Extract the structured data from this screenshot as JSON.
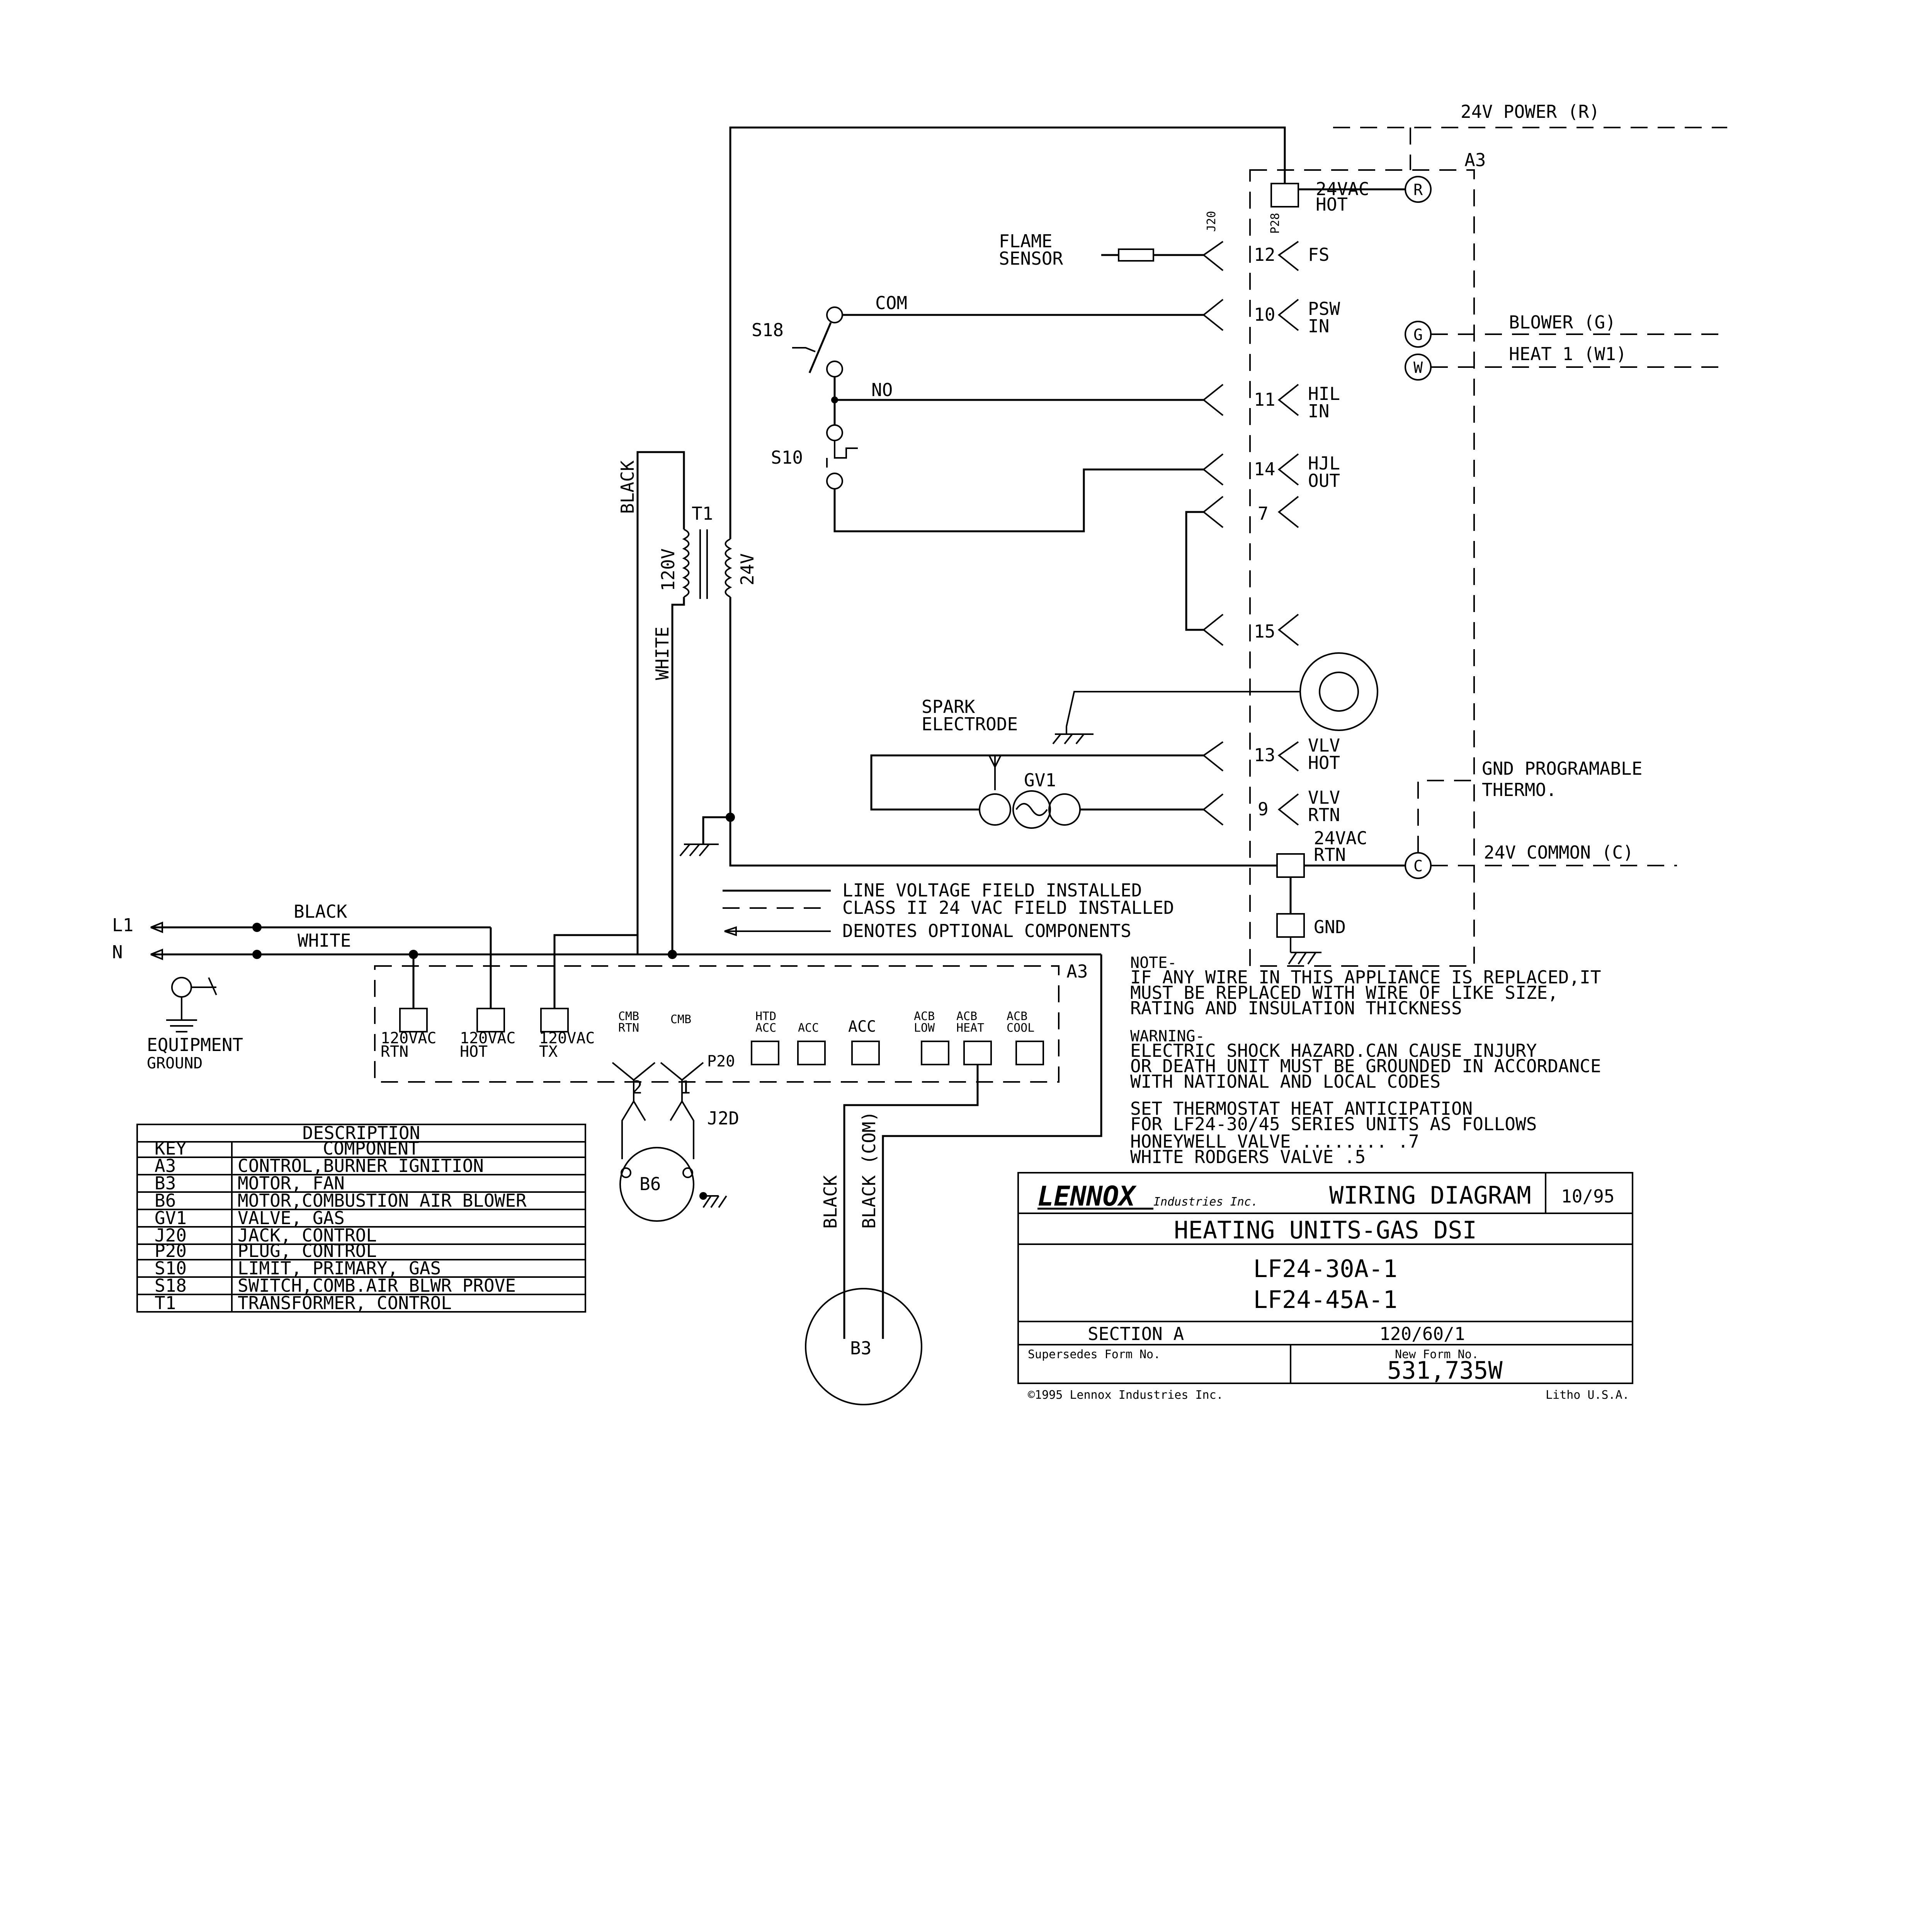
{
  "power": {
    "r_label": "24V POWER (R)",
    "g_label": "BLOWER (G)",
    "w_label": "HEAT 1 (W1)",
    "c_label": "24V COMMON (C)",
    "gnd_prog": "GND PROGRAMABLE",
    "thermo": "THERMO.",
    "r": "R",
    "g": "G",
    "w": "W",
    "c": "C"
  },
  "board": {
    "name": "A3",
    "p28": "P28",
    "j20": "J20",
    "vac_hot_1": "24VAC",
    "vac_hot_2": "HOT",
    "vac_rtn_1": "24VAC",
    "vac_rtn_2": "RTN",
    "gnd": "GND",
    "pins": {
      "p12": "12",
      "fs": "FS",
      "p10": "10",
      "psw_1": "PSW",
      "psw_2": "IN",
      "p11": "11",
      "hil_1": "HIL",
      "hil_2": "IN",
      "p14": "14",
      "hjl_1": "HJL",
      "hjl_2": "OUT",
      "p7": "7",
      "p15": "15",
      "p13": "13",
      "vlvh_1": "VLV",
      "vlvh_2": "HOT",
      "p9": "9",
      "vlvr_1": "VLV",
      "vlvr_2": "RTN"
    }
  },
  "components": {
    "flame_1": "FLAME",
    "flame_2": "SENSOR",
    "s18": "S18",
    "com": "COM",
    "no": "NO",
    "s10": "S10",
    "t1": "T1",
    "v120": "120V",
    "v24": "24V",
    "black": "BLACK",
    "white": "WHITE",
    "spark_1": "SPARK",
    "spark_2": "ELECTRODE",
    "gv1": "GV1",
    "l1": "L1",
    "n": "N",
    "line_black": "BLACK",
    "line_white": "WHITE",
    "eq_1": "EQUIPMENT",
    "eq_2": "GROUND",
    "b6": "B6",
    "b3": "B3",
    "j20b": "J2D",
    "b3_black": "BLACK",
    "b3_black_com": "BLACK (COM)"
  },
  "terminal_block": {
    "name": "A3",
    "plug": "P20",
    "pin2": "2",
    "pin1": "1",
    "t1_1": "120VAC",
    "t1_2": "RTN",
    "t2_1": "120VAC",
    "t2_2": "HOT",
    "t3_1": "120VAC",
    "t3_2": "TX",
    "cmb_rtn_1": "CMB",
    "cmb_rtn_2": "RTN",
    "cmb": "CMB",
    "htd_1": "HTD",
    "htd_2": "ACC",
    "acc1": "ACC",
    "acc2": "ACC",
    "acb_low_1": "ACB",
    "acb_low_2": "LOW",
    "acb_heat_1": "ACB",
    "acb_heat_2": "HEAT",
    "acb_cool_1": "ACB",
    "acb_cool_2": "COOL"
  },
  "legend": {
    "line": "LINE VOLTAGE FIELD INSTALLED",
    "class2": "CLASS II 24 VAC FIELD INSTALLED",
    "optional": "DENOTES OPTIONAL COMPONENTS"
  },
  "notes": {
    "note_h": "NOTE-",
    "note_1": "IF ANY WIRE IN THIS APPLIANCE IS REPLACED,IT",
    "note_2": "MUST BE REPLACED WITH WIRE OF LIKE SIZE,",
    "note_3": "RATING AND INSULATION THICKNESS",
    "warn_h": "WARNING-",
    "warn_1": "ELECTRIC SHOCK HAZARD.CAN CAUSE INJURY",
    "warn_2": "OR DEATH UNIT MUST BE GROUNDED IN ACCORDANCE",
    "warn_3": "WITH NATIONAL AND LOCAL CODES",
    "set_1": "SET THERMOSTAT HEAT ANTICIPATION",
    "set_2": "FOR LF24-30/45 SERIES UNITS AS FOLLOWS",
    "set_3": "HONEYWELL VALVE ........ .7",
    "set_4": "WHITE RODGERS VALVE        .5"
  },
  "key_table": {
    "h1": "DESCRIPTION",
    "h2_key": "KEY",
    "h2_comp": "COMPONENT",
    "rows": [
      {
        "key": "A3",
        "comp": "CONTROL,BURNER IGNITION"
      },
      {
        "key": "B3",
        "comp": "MOTOR, FAN"
      },
      {
        "key": "B6",
        "comp": "MOTOR,COMBUSTION AIR BLOWER"
      },
      {
        "key": "GV1",
        "comp": "VALVE, GAS"
      },
      {
        "key": "J20",
        "comp": "JACK, CONTROL"
      },
      {
        "key": "P20",
        "comp": "PLUG, CONTROL"
      },
      {
        "key": "S10",
        "comp": "LIMIT, PRIMARY, GAS"
      },
      {
        "key": "S18",
        "comp": "SWITCH,COMB.AIR BLWR PROVE"
      },
      {
        "key": "T1",
        "comp": "TRANSFORMER, CONTROL"
      }
    ]
  },
  "title_block": {
    "logo": "LENNOX",
    "logo_sub": "Industries Inc.",
    "title": "WIRING DIAGRAM",
    "date": "10/95",
    "subtitle": "HEATING UNITS-GAS DSI",
    "model_1": "LF24-30A-1",
    "model_2": "LF24-45A-1",
    "section": "SECTION A",
    "voltage": "120/60/1",
    "supersedes": "Supersedes Form No.",
    "new_form": "New Form No.",
    "form_no": "531,735W",
    "copyright": "©1995 Lennox Industries Inc.",
    "litho": "Litho U.S.A."
  }
}
